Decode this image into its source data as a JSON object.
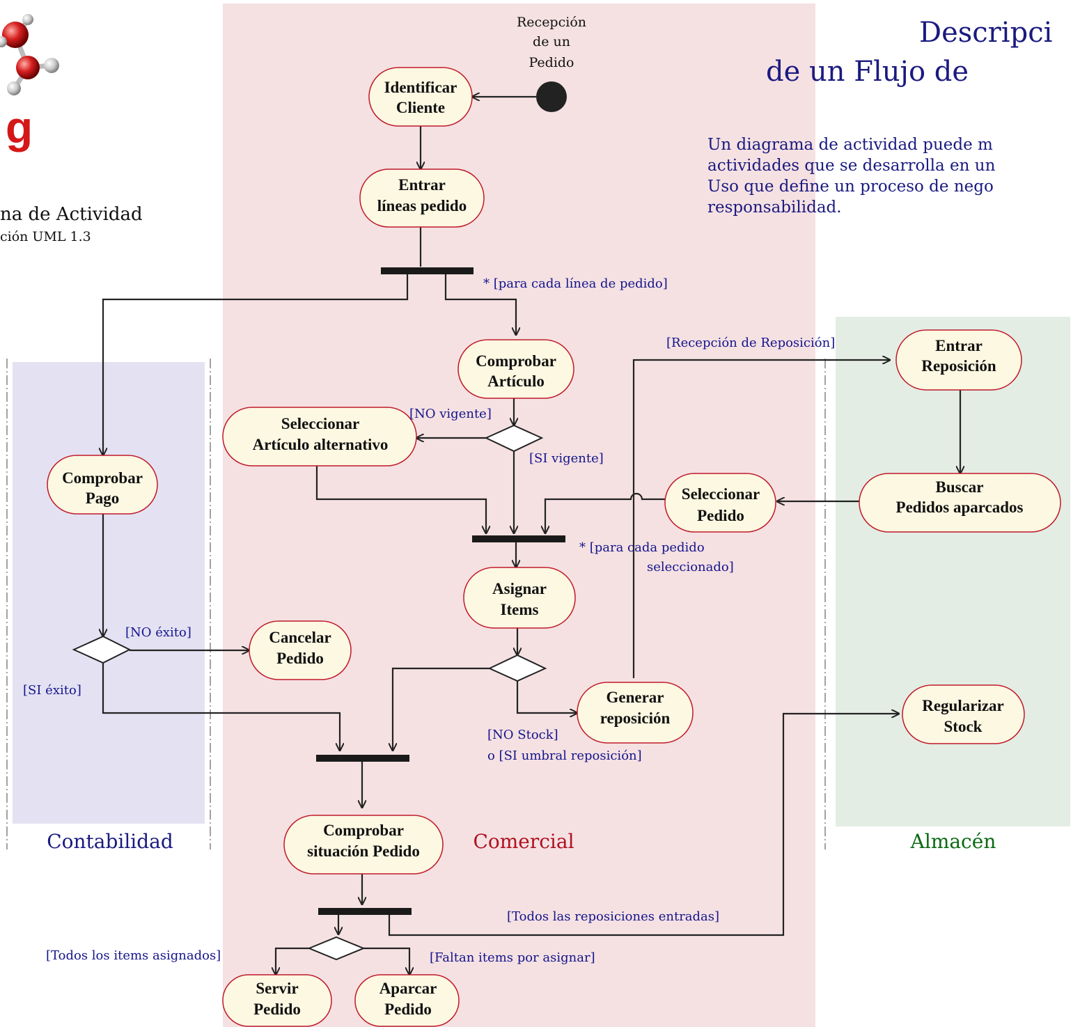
{
  "header": {
    "title_lines": [
      "Descripci",
      "de un Flujo de"
    ],
    "description_lines": [
      "Un diagrama de actividad puede m",
      "actividades que se desarrolla en un",
      "Uso que define un proceso de nego",
      "responsabilidad."
    ],
    "diagram_caption": "na de Actividad",
    "diagram_subcaption": "ción UML 1.3",
    "logo_letter": "g"
  },
  "swimlanes": {
    "contabilidad": {
      "label": "Contabilidad",
      "color": "#1a1a80",
      "fill": "#e4e2f2"
    },
    "comercial": {
      "label": "Comercial",
      "color": "#b01020",
      "fill": "#f5e1e2"
    },
    "almacen": {
      "label": "Almacén",
      "color": "#0a6a10",
      "fill": "#e3ede4"
    }
  },
  "start_label": [
    "Recepción",
    "de un",
    "Pedido"
  ],
  "activities": {
    "identificar_cliente": [
      "Identificar",
      "Cliente"
    ],
    "entrar_lineas": [
      "Entrar",
      "líneas pedido"
    ],
    "comprobar_articulo": [
      "Comprobar",
      "Artículo"
    ],
    "seleccionar_alternativo": [
      "Seleccionar",
      "Artículo alternativo"
    ],
    "comprobar_pago": [
      "Comprobar",
      "Pago"
    ],
    "asignar_items": [
      "Asignar",
      "Items"
    ],
    "cancelar_pedido": [
      "Cancelar",
      "Pedido"
    ],
    "generar_reposicion": [
      "Generar",
      "reposición"
    ],
    "entrar_reposicion": [
      "Entrar",
      "Reposición"
    ],
    "buscar_pedidos": [
      "Buscar",
      "Pedidos aparcados"
    ],
    "seleccionar_pedido": [
      "Seleccionar",
      "Pedido"
    ],
    "regularizar_stock": [
      "Regularizar",
      "Stock"
    ],
    "comprobar_situacion": [
      "Comprobar",
      "situación Pedido"
    ],
    "servir_pedido": [
      "Servir",
      "Pedido"
    ],
    "aparcar_pedido": [
      "Aparcar",
      "Pedido"
    ]
  },
  "guards": {
    "para_cada_linea": "* [para cada línea de pedido]",
    "recepcion_reposicion": "[Recepción de Reposición]",
    "no_vigente": "[NO vigente]",
    "si_vigente": "[SI vigente]",
    "para_cada_pedido_1": "* [para cada pedido",
    "para_cada_pedido_2": "seleccionado]",
    "no_exito": "[NO éxito]",
    "si_exito": "[SI éxito]",
    "no_stock": "[NO Stock]",
    "si_umbral": "o [SI umbral reposición]",
    "todas_reposiciones": "[Todos las reposiciones entradas]",
    "todos_items": "[Todos los items asignados]",
    "faltan_items": "[Faltan items por asignar]"
  }
}
